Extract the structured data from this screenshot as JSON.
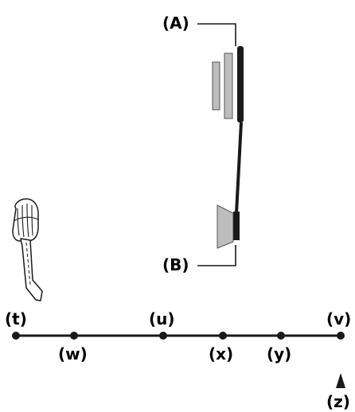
{
  "callouts": {
    "top": "(A)",
    "bottom": "(B)"
  },
  "points_above": [
    "(t)",
    "(u)",
    "(v)"
  ],
  "points_below": [
    "(w)",
    "(x)",
    "(y)"
  ],
  "marker": "(z)",
  "colors": {
    "ink": "#1a1a1a",
    "gray": "#bdbdbd",
    "paper": "#ffffff"
  }
}
